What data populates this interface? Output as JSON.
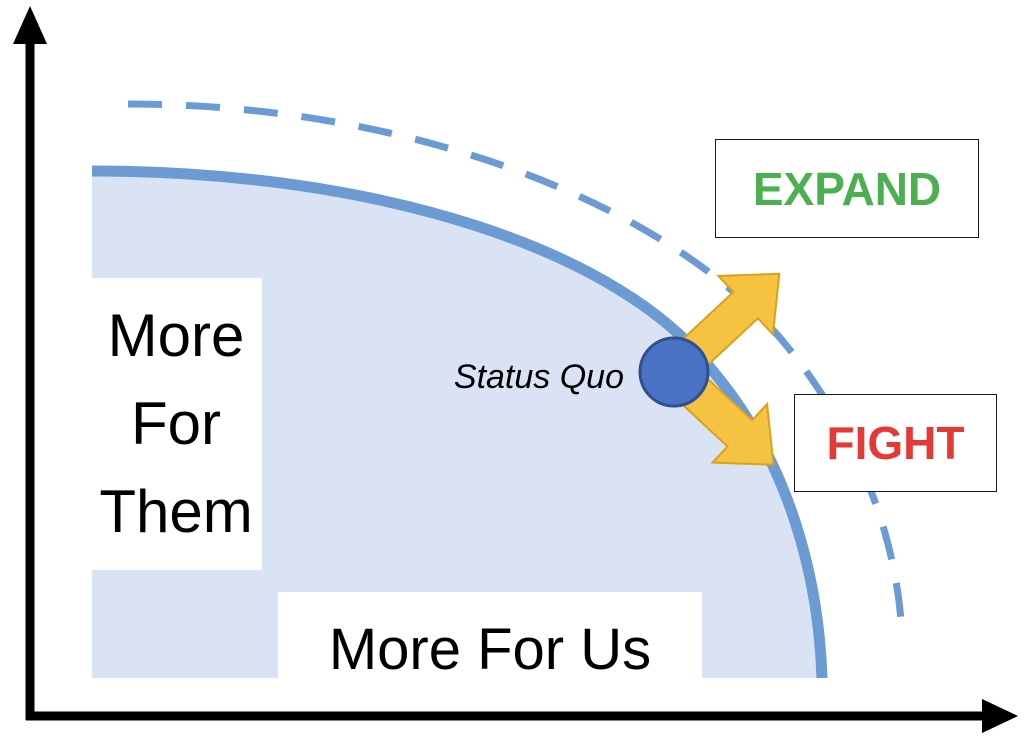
{
  "labels": {
    "y_axis": "More\nFor\nThem",
    "x_axis": "More For Us",
    "status_quo": "Status Quo",
    "expand": "EXPAND",
    "fight": "FIGHT"
  },
  "colors": {
    "axis": "#000000",
    "region_fill": "#dae3f3",
    "frontier": "#6b9bd2",
    "dashed_frontier": "#6b9bd2",
    "status_dot": "#4a72c4",
    "status_dot_stroke": "#2f4f8f",
    "arrow_fill": "#f5c242",
    "arrow_stroke": "#d9a21b",
    "expand_text": "#4caf50",
    "fight_text": "#e53935"
  },
  "icons": {
    "y_axis_arrowhead": "arrow-up-icon",
    "x_axis_arrowhead": "arrow-right-icon",
    "expand_arrow": "arrow-up-right-icon",
    "fight_arrow": "arrow-down-right-icon"
  }
}
